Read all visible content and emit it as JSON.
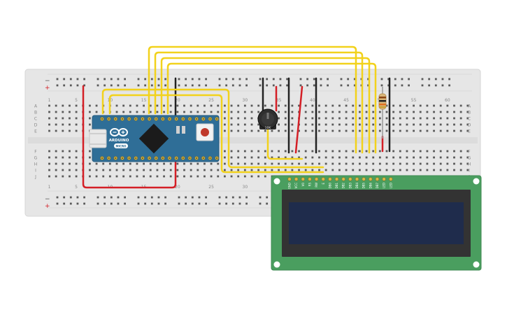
{
  "breadboard": {
    "row_letters_left": [
      "A",
      "B",
      "C",
      "D",
      "E",
      "F",
      "G",
      "H",
      "I",
      "J"
    ],
    "row_letters_right": [
      "A",
      "B",
      "C",
      "D",
      "E",
      "F",
      "G",
      "H",
      "I",
      "J"
    ],
    "column_numbers_top": [
      "1",
      "5",
      "10",
      "15",
      "20",
      "25",
      "30",
      "35",
      "40",
      "45",
      "50",
      "55",
      "60"
    ],
    "column_numbers_bottom": [
      "1",
      "5",
      "10",
      "15",
      "20",
      "25",
      "30"
    ],
    "rail_minus": "−",
    "rail_plus": "+"
  },
  "arduino": {
    "brand": "ARDUINO",
    "model": "MICRO",
    "logo": "infinity-logo-icon"
  },
  "potentiometer": {
    "label": "10K"
  },
  "lcd": {
    "pin_labels": [
      "GND",
      "VCC",
      "V0",
      "RS",
      "RW",
      "E",
      "DB0",
      "DB1",
      "DB2",
      "DB3",
      "DB4",
      "DB5",
      "DB6",
      "DB7",
      "LED",
      "LED"
    ]
  },
  "colors": {
    "board": "#e6e6e6",
    "arduino": "#2f6e97",
    "wire_yellow": "#f2d21c",
    "wire_red": "#d41f26",
    "wire_black": "#222222",
    "lcd_pcb": "#4a9e5f",
    "lcd_screen": "#1f2c4c"
  }
}
